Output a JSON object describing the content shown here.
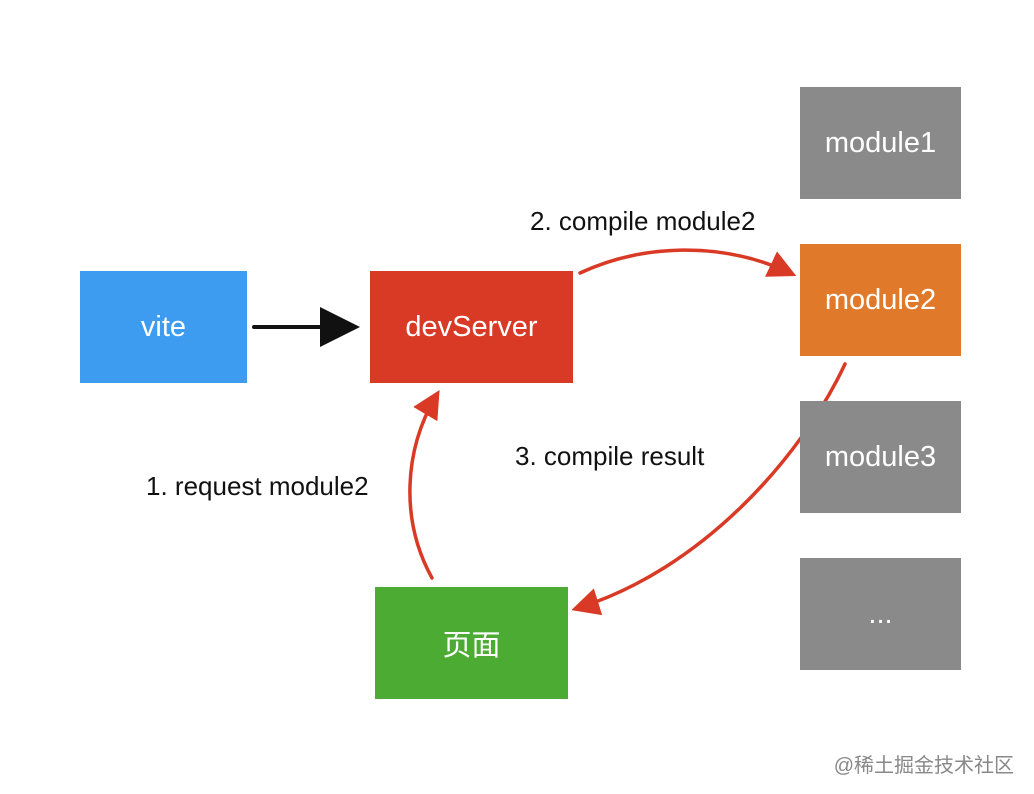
{
  "nodes": {
    "vite": {
      "label": "vite",
      "color": "#3d9cf0"
    },
    "devserver": {
      "label": "devServer",
      "color": "#d93a26"
    },
    "page": {
      "label": "页面",
      "color": "#4cab32"
    },
    "module1": {
      "label": "module1",
      "color": "#8a8a8a"
    },
    "module2": {
      "label": "module2",
      "color": "#e07a2a"
    },
    "module3": {
      "label": "module3",
      "color": "#8a8a8a"
    },
    "more": {
      "label": "...",
      "color": "#8a8a8a"
    }
  },
  "edges": {
    "step1": "1. request module2",
    "step2": "2. compile module2",
    "step3": "3. compile result"
  },
  "colors": {
    "black_arrow": "#111111",
    "red_arrow": "#d93a26"
  },
  "watermark": "@稀土掘金技术社区"
}
